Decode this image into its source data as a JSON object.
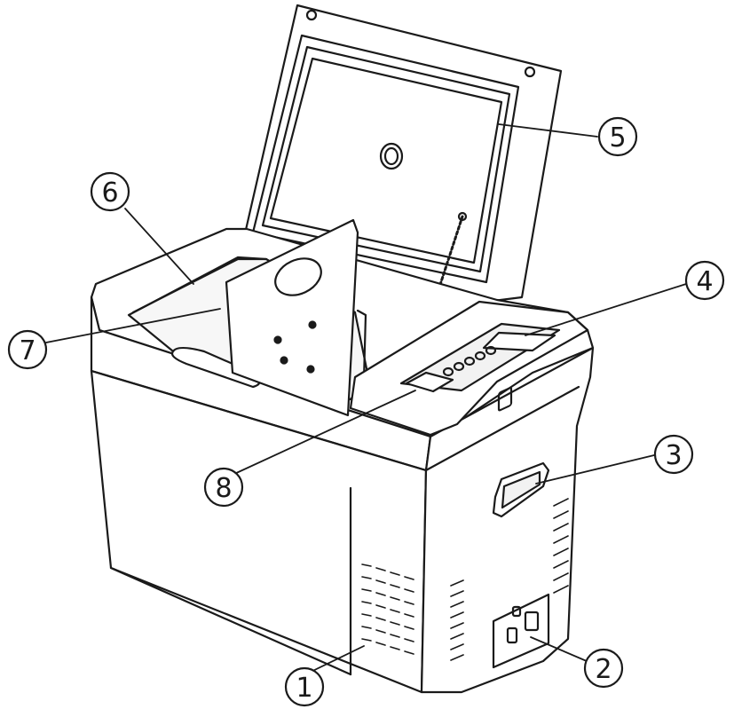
{
  "diagram": {
    "callouts": [
      {
        "id": "1",
        "label": "1"
      },
      {
        "id": "2",
        "label": "2"
      },
      {
        "id": "3",
        "label": "3"
      },
      {
        "id": "4",
        "label": "4"
      },
      {
        "id": "5",
        "label": "5"
      },
      {
        "id": "6",
        "label": "6"
      },
      {
        "id": "7",
        "label": "7"
      },
      {
        "id": "8",
        "label": "8"
      }
    ],
    "colors": {
      "line": "#1a1a1a",
      "fill": "#ffffff",
      "shade": "#f2f2f2"
    }
  }
}
